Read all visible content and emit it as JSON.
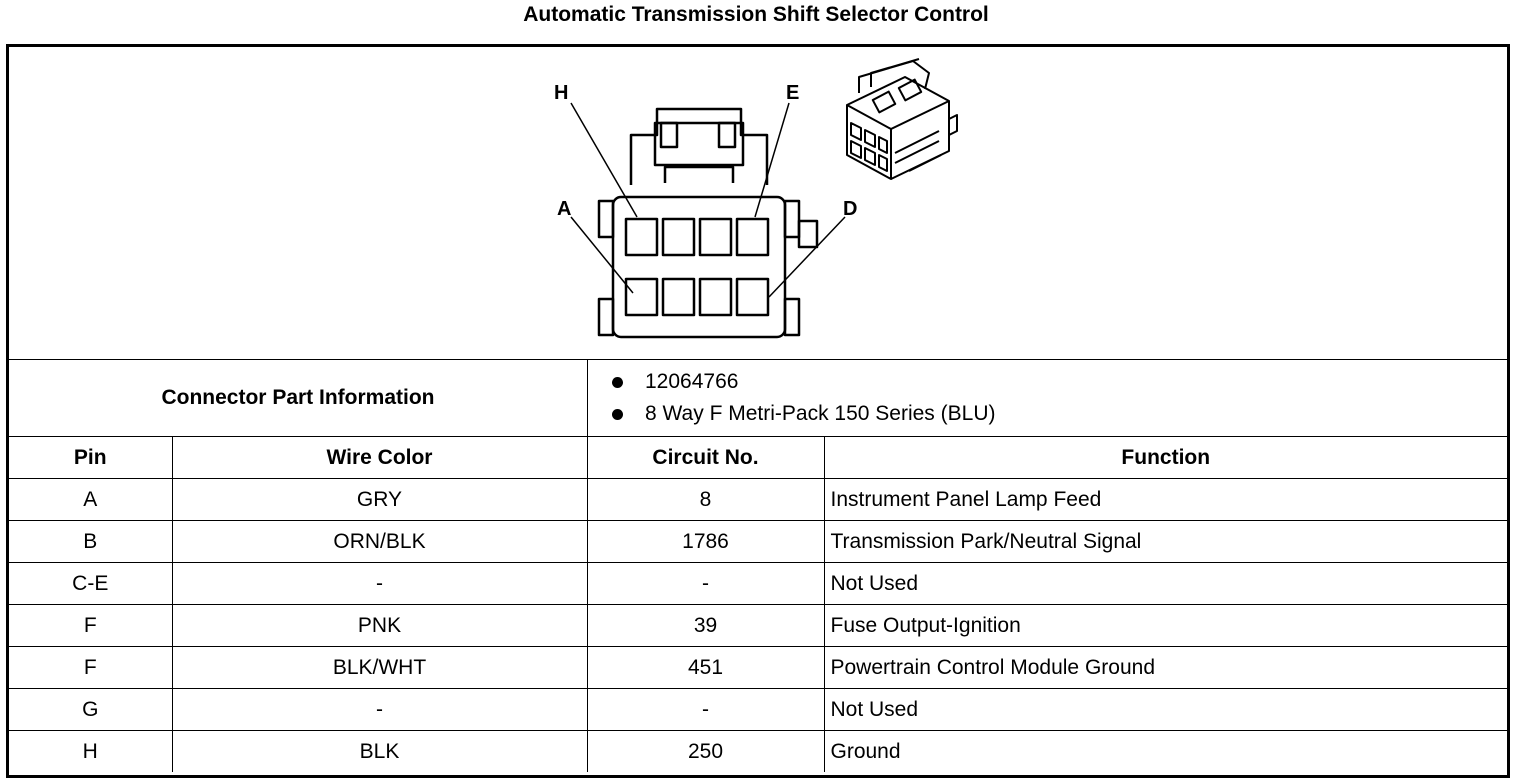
{
  "title": "Automatic Transmission Shift Selector Control",
  "diagram": {
    "pin_labels": {
      "h": "H",
      "e": "E",
      "a": "A",
      "d": "D"
    }
  },
  "connector_info": {
    "label": "Connector Part Information",
    "items": [
      "12064766",
      "8 Way F Metri-Pack 150 Series (BLU)"
    ]
  },
  "table": {
    "headers": [
      "Pin",
      "Wire Color",
      "Circuit No.",
      "Function"
    ],
    "rows": [
      {
        "pin": "A",
        "wire_color": "GRY",
        "circuit": "8",
        "function": "Instrument Panel Lamp Feed"
      },
      {
        "pin": "B",
        "wire_color": "ORN/BLK",
        "circuit": "1786",
        "function": "Transmission Park/Neutral Signal"
      },
      {
        "pin": "C-E",
        "wire_color": "-",
        "circuit": "-",
        "function": "Not Used"
      },
      {
        "pin": "F",
        "wire_color": "PNK",
        "circuit": "39",
        "function": "Fuse Output-Ignition"
      },
      {
        "pin": "F",
        "wire_color": "BLK/WHT",
        "circuit": "451",
        "function": "Powertrain Control Module Ground"
      },
      {
        "pin": "G",
        "wire_color": "-",
        "circuit": "-",
        "function": "Not Used"
      },
      {
        "pin": "H",
        "wire_color": "BLK",
        "circuit": "250",
        "function": "Ground"
      }
    ]
  }
}
